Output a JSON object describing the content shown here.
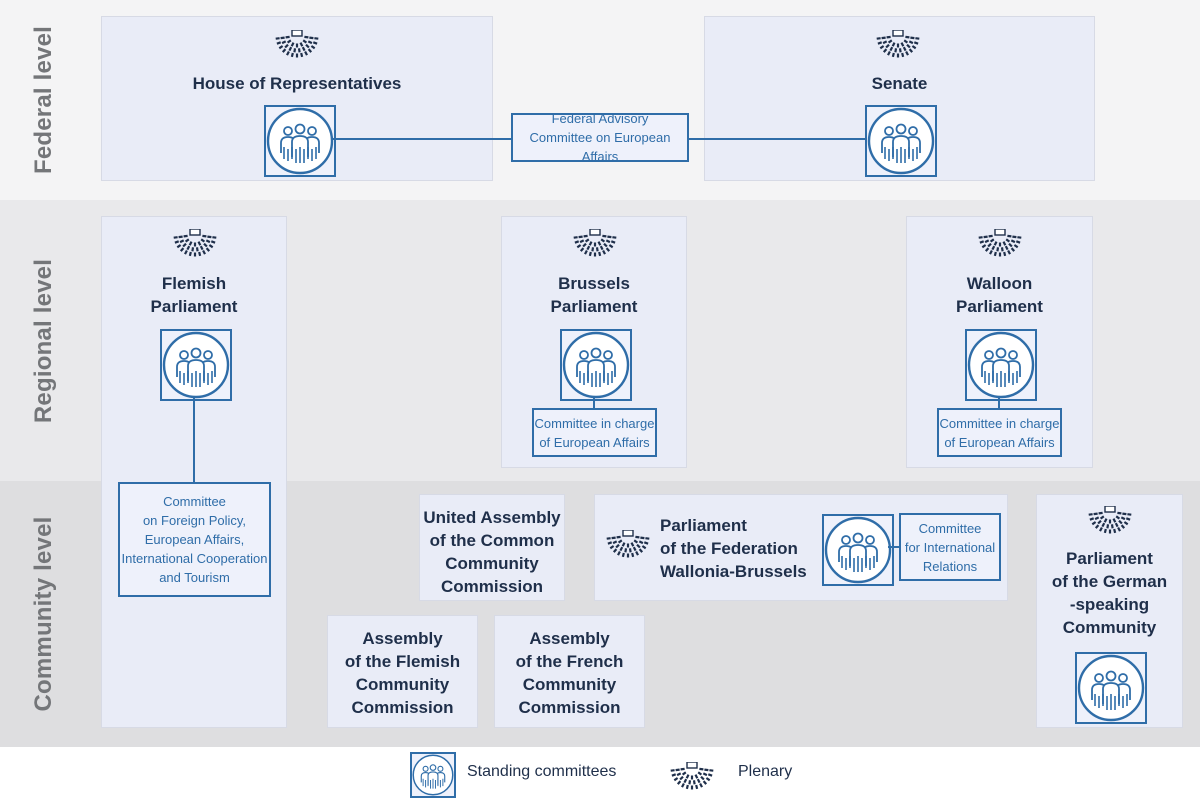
{
  "levels": {
    "federal": "Federal level",
    "regional": "Regional level",
    "community": "Community level"
  },
  "federal": {
    "house": "House of Representatives",
    "senate": "Senate",
    "advisory": [
      "Federal Advisory",
      "Committee on European Affairs"
    ]
  },
  "regional": {
    "flemish": [
      "Flemish",
      "Parliament"
    ],
    "flemish_committee": [
      "Committee",
      "on Foreign Policy,",
      "European Affairs,",
      "International Cooperation",
      "and Tourism"
    ],
    "brussels": [
      "Brussels",
      "Parliament"
    ],
    "brussels_committee": [
      "Committee in charge",
      "of European Affairs"
    ],
    "walloon": [
      "Walloon",
      "Parliament"
    ],
    "walloon_committee": [
      "Committee in charge",
      "of European Affairs"
    ]
  },
  "community": {
    "united_assembly": [
      "United Assembly",
      "of the Common",
      "Community",
      "Commission"
    ],
    "federation": [
      "Parliament",
      "of the Federation",
      "Wallonia-Brussels"
    ],
    "federation_committee": [
      "Committee",
      "for International",
      "Relations"
    ],
    "german": [
      "Parliament",
      "of the German",
      "-speaking",
      "Community"
    ],
    "flemish_commission": [
      "Assembly",
      "of the Flemish",
      "Community",
      "Commission"
    ],
    "french_commission": [
      "Assembly",
      "of the French",
      "Community",
      "Commission"
    ]
  },
  "legend": {
    "standing_committees": "Standing committees",
    "plenary": "Plenary"
  },
  "colors": {
    "accent": "#2f6da8",
    "title_text": "#1f2f4a",
    "box_fill": "#e9ecf7",
    "level_label": "#747679",
    "federal_band": "#f4f4f5",
    "regional_band": "#e9e9eb",
    "community_band": "#dedee0"
  },
  "icons": {
    "committee": "people-circle-icon",
    "plenary": "hemicycle-icon"
  }
}
